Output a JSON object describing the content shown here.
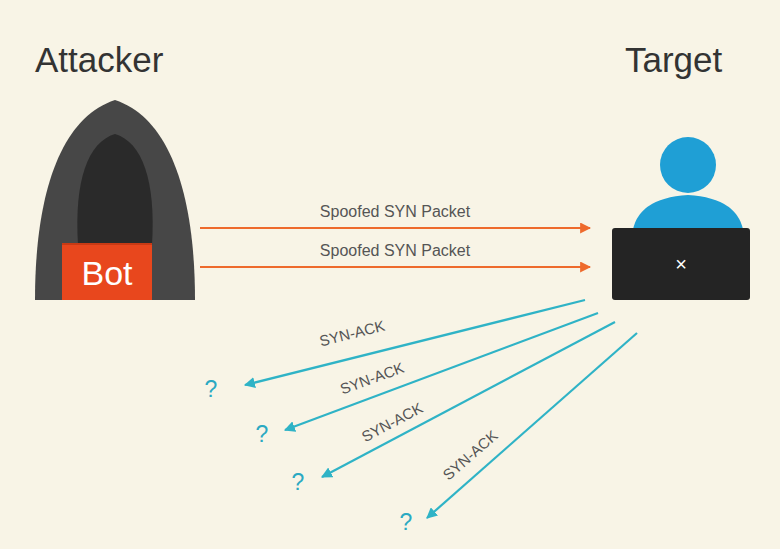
{
  "diagram": {
    "nodes": [
      {
        "text": [
          "Attacker"
        ]
      },
      {
        "text": [
          "Bot"
        ],
        "in": 0
      },
      {
        "text": [
          "Target"
        ]
      },
      {
        "text": [
          "×"
        ],
        "in": 2
      }
    ],
    "edges": [
      {
        "from": 0,
        "to": 2,
        "arrow": "to",
        "label": "Spoofed SYN Packet"
      },
      {
        "from": 0,
        "to": 2,
        "arrow": "to",
        "label": "Spoofed SYN Packet"
      }
    ],
    "labels": [
      "SYN-ACK",
      "SYN-ACK",
      "SYN-ACK",
      "SYN-ACK",
      "?",
      "?",
      "?",
      "?"
    ]
  }
}
